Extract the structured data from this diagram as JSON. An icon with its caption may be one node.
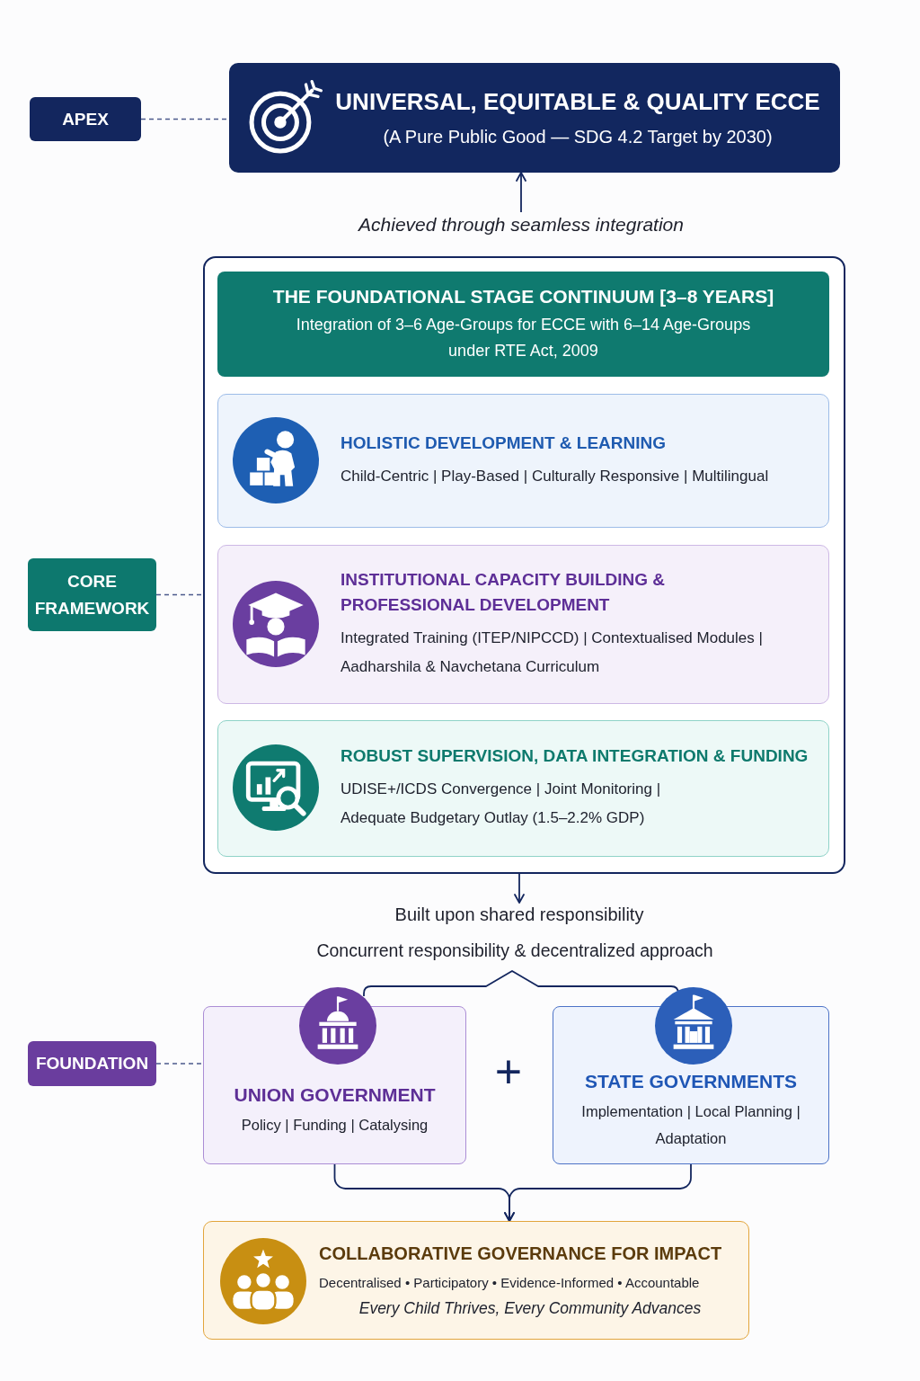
{
  "diagram": {
    "nodes": [
      {
        "text": [
          "APEX"
        ]
      },
      {
        "text": [
          "UNIVERSAL, EQUITABLE & QUALITY ECCE",
          "(A Pure Public Good — SDG 4.2 Target by 2030)"
        ]
      },
      {
        "text": [
          "Achieved through seamless integration"
        ]
      },
      {
        "text": [
          "CORE FRAMEWORK"
        ]
      },
      {
        "text": [],
        "shape": "box"
      },
      {
        "text": [
          "THE FOUNDATIONAL STAGE CONTINUUM [3–8 YEARS]",
          "Integration of 3–6 Age-Groups for ECCE with 6–14 Age-Groups under RTE Act, 2009"
        ],
        "in": 4
      },
      {
        "text": [
          "HOLISTIC DEVELOPMENT & LEARNING",
          "Child-Centric | Play-Based | Culturally Responsive | Multilingual"
        ],
        "in": 4
      },
      {
        "text": [
          "INSTITUTIONAL CAPACITY BUILDING & PROFESSIONAL DEVELOPMENT",
          "Integrated Training (ITEP/NIPCCD) | Contextualised Modules | Aadharshila & Navchetana Curriculum"
        ],
        "in": 4
      },
      {
        "text": [
          "ROBUST SUPERVISION, DATA INTEGRATION & FUNDING",
          "UDISE+/ICDS Convergence | Joint Monitoring | Adequate Budgetary Outlay (1.5–2.2% GDP)"
        ],
        "in": 4
      },
      {
        "text": [
          "Built upon shared responsibility"
        ]
      },
      {
        "text": [
          "FOUNDATION"
        ]
      },
      {
        "text": [
          "UNION GOVERNMENT",
          "Policy | Funding | Catalysing"
        ]
      },
      {
        "text": [
          "STATE GOVERNMENTS",
          "Implementation | Local Planning | Adaptation"
        ]
      },
      {
        "text": [
          "COLLABORATIVE GOVERNANCE FOR IMPACT",
          "Decentralised • Participatory • Evidence-Informed • Accountable",
          "Every Child Thrives, Every Community Advances"
        ]
      }
    ],
    "edges": [
      {
        "from": 0,
        "to": 1,
        "arrow": "none",
        "style": "dashed",
        "color": "#4b5a8c"
      },
      {
        "from": 2,
        "to": 1,
        "arrow": "to"
      },
      {
        "from": 3,
        "to": 4,
        "arrow": "none",
        "style": "dashed",
        "color": "#4b5a8c"
      },
      {
        "from": 4,
        "to": 9,
        "arrow": "to"
      },
      {
        "from": 10,
        "to": 11,
        "arrow": "none",
        "style": "dashed",
        "color": "#4b5a8c"
      },
      {
        "from": 11,
        "to": 13,
        "arrow": "to"
      },
      {
        "from": 12,
        "to": 13,
        "arrow": "to"
      }
    ],
    "labels": [
      "Concurrent responsibility & decentralized approach",
      "+"
    ]
  }
}
